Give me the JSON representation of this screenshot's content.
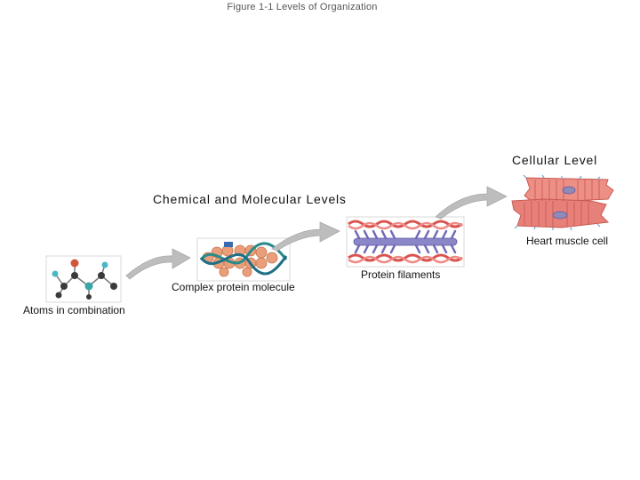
{
  "figure": {
    "title": "Figure 1-1 Levels of Organization"
  },
  "levels": {
    "cellular": "Cellular Level",
    "chemical_molecular": "Chemical and Molecular Levels"
  },
  "labels": {
    "atoms": "Atoms in combination",
    "protein_molecule": "Complex protein molecule",
    "protein_filaments": "Protein filaments",
    "heart_muscle_cell": "Heart muscle cell"
  },
  "colors": {
    "arrow_gray": "#b8b8b8",
    "muscle_red": "#e8807a",
    "myosin_purple": "#8a86c8",
    "atom_dark": "#3a3a3a",
    "atom_teal": "#3aa6a6",
    "atom_red": "#d2553b",
    "protein_orange": "#e9a07a",
    "protein_teal": "#2a8a8a"
  }
}
